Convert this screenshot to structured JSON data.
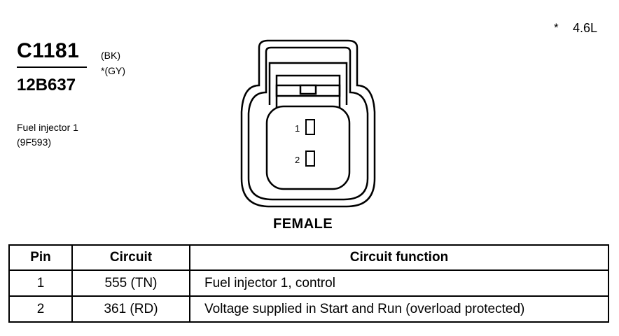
{
  "note": {
    "marker": "*",
    "engine": "4.6L"
  },
  "connector": {
    "id": "C1181",
    "part_number": "12B637",
    "colors": [
      "(BK)",
      "*(GY)"
    ],
    "component": "Fuel injector 1",
    "component_code": "(9F593)",
    "gender": "FEMALE",
    "pin_labels": [
      "1",
      "2"
    ]
  },
  "table": {
    "headers": [
      "Pin",
      "Circuit",
      "Circuit function"
    ],
    "rows": [
      {
        "pin": "1",
        "circuit": "555 (TN)",
        "function": "Fuel injector 1, control"
      },
      {
        "pin": "2",
        "circuit": "361 (RD)",
        "function": "Voltage supplied in Start and Run (overload protected)"
      }
    ]
  }
}
